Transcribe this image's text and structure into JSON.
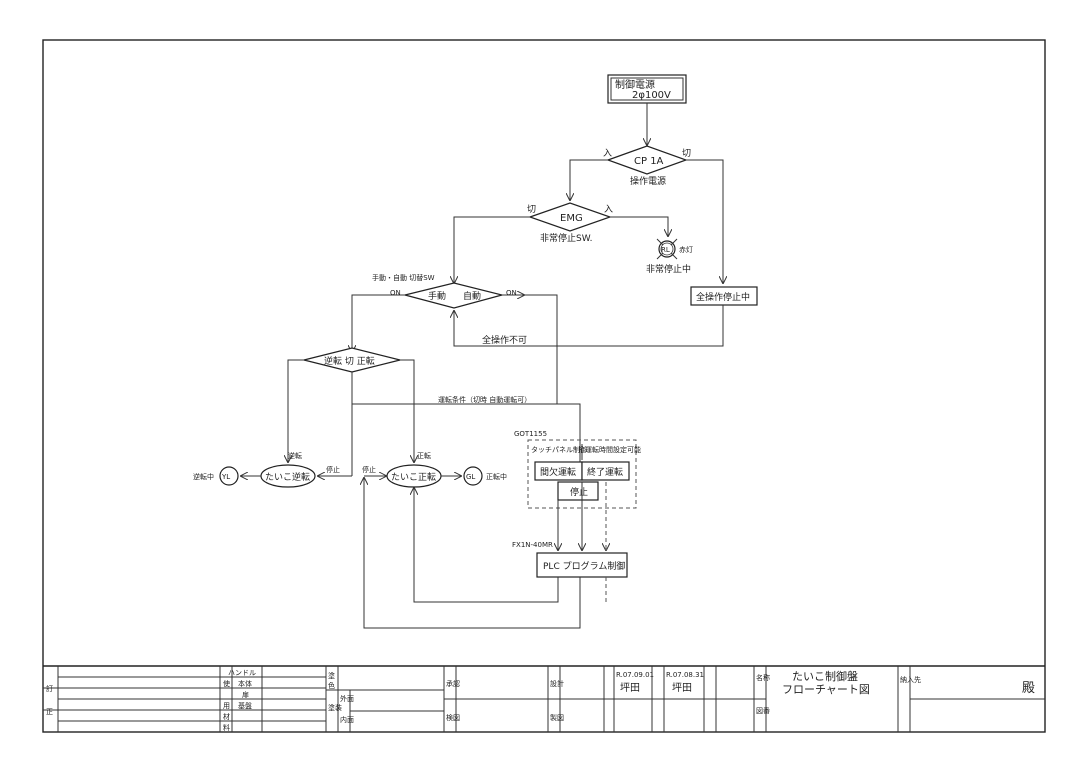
{
  "power_box": {
    "line1": "制御電源",
    "line2": "2φ100V"
  },
  "cp": {
    "label": "CP 1A",
    "caption": "操作電源",
    "in": "入",
    "off": "切"
  },
  "emg": {
    "label": "EMG",
    "caption": "非常停止SW.",
    "off": "切",
    "in": "入"
  },
  "rl": {
    "label": "RL",
    "color": "赤灯",
    "caption": "非常停止中"
  },
  "all_stop": {
    "label": "全操作停止中"
  },
  "mode_sw": {
    "caption": "手動・自動 切替SW",
    "manual": "手動",
    "auto": "自動",
    "on_left": "ON",
    "on_right": "ON"
  },
  "all_disabled": {
    "label": "全操作不可"
  },
  "dir_sw": {
    "label": "逆転 切 正転"
  },
  "run_cond": {
    "label": "運転条件（切時 自動運転可）"
  },
  "got": {
    "model": "GOT1155",
    "touch": "タッチパネル制御",
    "setting": "運転時間設定可能",
    "continuous": "間欠運転",
    "end": "終了運転",
    "stop": "停止"
  },
  "reverse": {
    "label": "たいこ逆転",
    "lamp": "YL",
    "lamp_caption": "逆転中",
    "arrow_label": "逆転"
  },
  "forward": {
    "label": "たいこ正転",
    "lamp": "GL",
    "lamp_caption": "正転中",
    "arrow_label": "正転"
  },
  "stop_left": "停止",
  "stop_right": "停止",
  "plc": {
    "model": "FX1N-40MR",
    "label": "PLC プログラム制御"
  },
  "title_block": {
    "handle": "ハンドル",
    "use_main": "本体",
    "use_dir": "扉",
    "material_base": "基盤",
    "row_labels": [
      "使",
      "用",
      "材",
      "料"
    ],
    "left_labels": [
      "訂",
      "正"
    ],
    "paint": "塗装",
    "outer": "外面",
    "inner": "内面",
    "misc1": "塗",
    "misc2": "色",
    "col_approve": "承認",
    "col_check": "検図",
    "col_design": "設計",
    "col_draw": "製図",
    "date1": "R.07.09.01",
    "date2": "R.07.08.31",
    "person1": "坪田",
    "person2": "坪田",
    "name_label": "名称",
    "fig_label": "図番",
    "title1": "たいこ制御盤",
    "title2": "フローチャート図",
    "delivery": "納入先",
    "honorific": "殿"
  }
}
